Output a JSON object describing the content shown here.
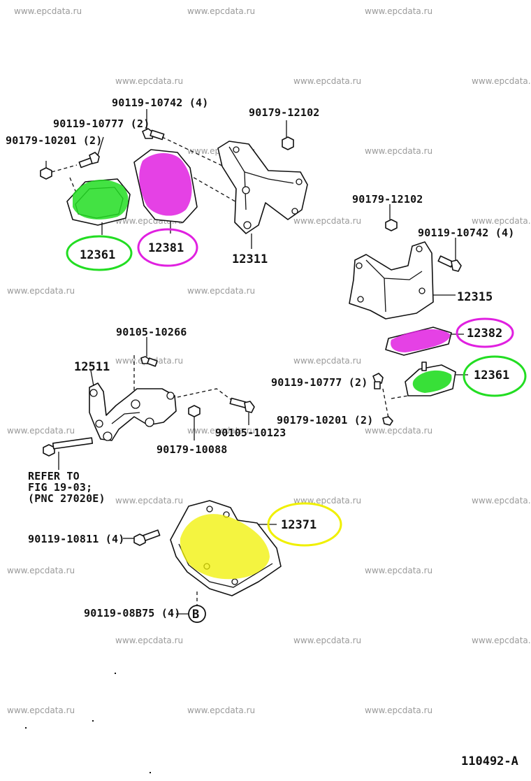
{
  "watermark": "www.epcdata.ru",
  "labels": {
    "b1": "90119-10742 (4)",
    "b2": "90119-10777 (2)",
    "b3": "90179-10201 (2)",
    "b4": "90179-12102",
    "p12361a": "12361",
    "p12381": "12381",
    "p12311": "12311",
    "b5": "90179-12102",
    "b6": "90119-10742 (4)",
    "p12315": "12315",
    "p12382": "12382",
    "b7": "90105-10266",
    "p12511": "12511",
    "b8": "90119-10777 (2)",
    "p12361b": "12361",
    "b9": "90179-10201 (2)",
    "b10": "90105-10123",
    "b11": "90179-10088",
    "refer1": "REFER TO",
    "refer2": "FIG 19-03;",
    "refer3": "(PNC 27020E)",
    "p12371": "12371",
    "b12": "90119-10811 (4)",
    "b13": "90119-08B75 (4)",
    "ref_b": "B",
    "figure_code": "110492-A"
  },
  "colors": {
    "green": "#22dd22",
    "magenta": "#e020e0",
    "yellow": "#f0f000",
    "ink": "#111111",
    "watermark": "#9a9a9a"
  }
}
